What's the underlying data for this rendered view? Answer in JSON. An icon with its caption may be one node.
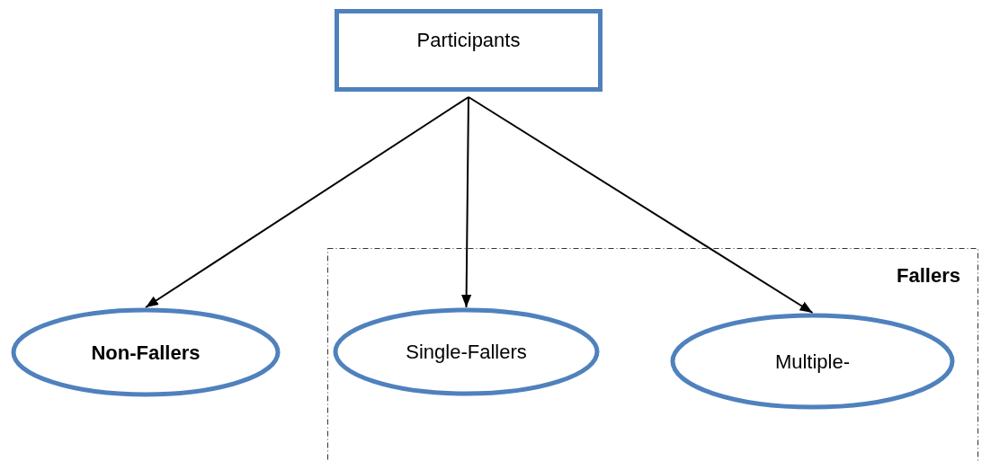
{
  "diagram": {
    "nodes": [
      {
        "text": [
          "Participants"
        ]
      },
      {
        "text": [
          "Non-Fallers"
        ]
      },
      {
        "text": [
          "Fallers"
        ]
      },
      {
        "text": [
          "Single-Fallers"
        ],
        "in": 2
      },
      {
        "text": [
          "Multiple-"
        ],
        "in": 2
      }
    ],
    "edges": [
      {
        "from": 0,
        "to": 1,
        "arrow": "to"
      },
      {
        "from": 0,
        "to": 3,
        "arrow": "to"
      },
      {
        "from": 0,
        "to": 4,
        "arrow": "to"
      }
    ]
  }
}
